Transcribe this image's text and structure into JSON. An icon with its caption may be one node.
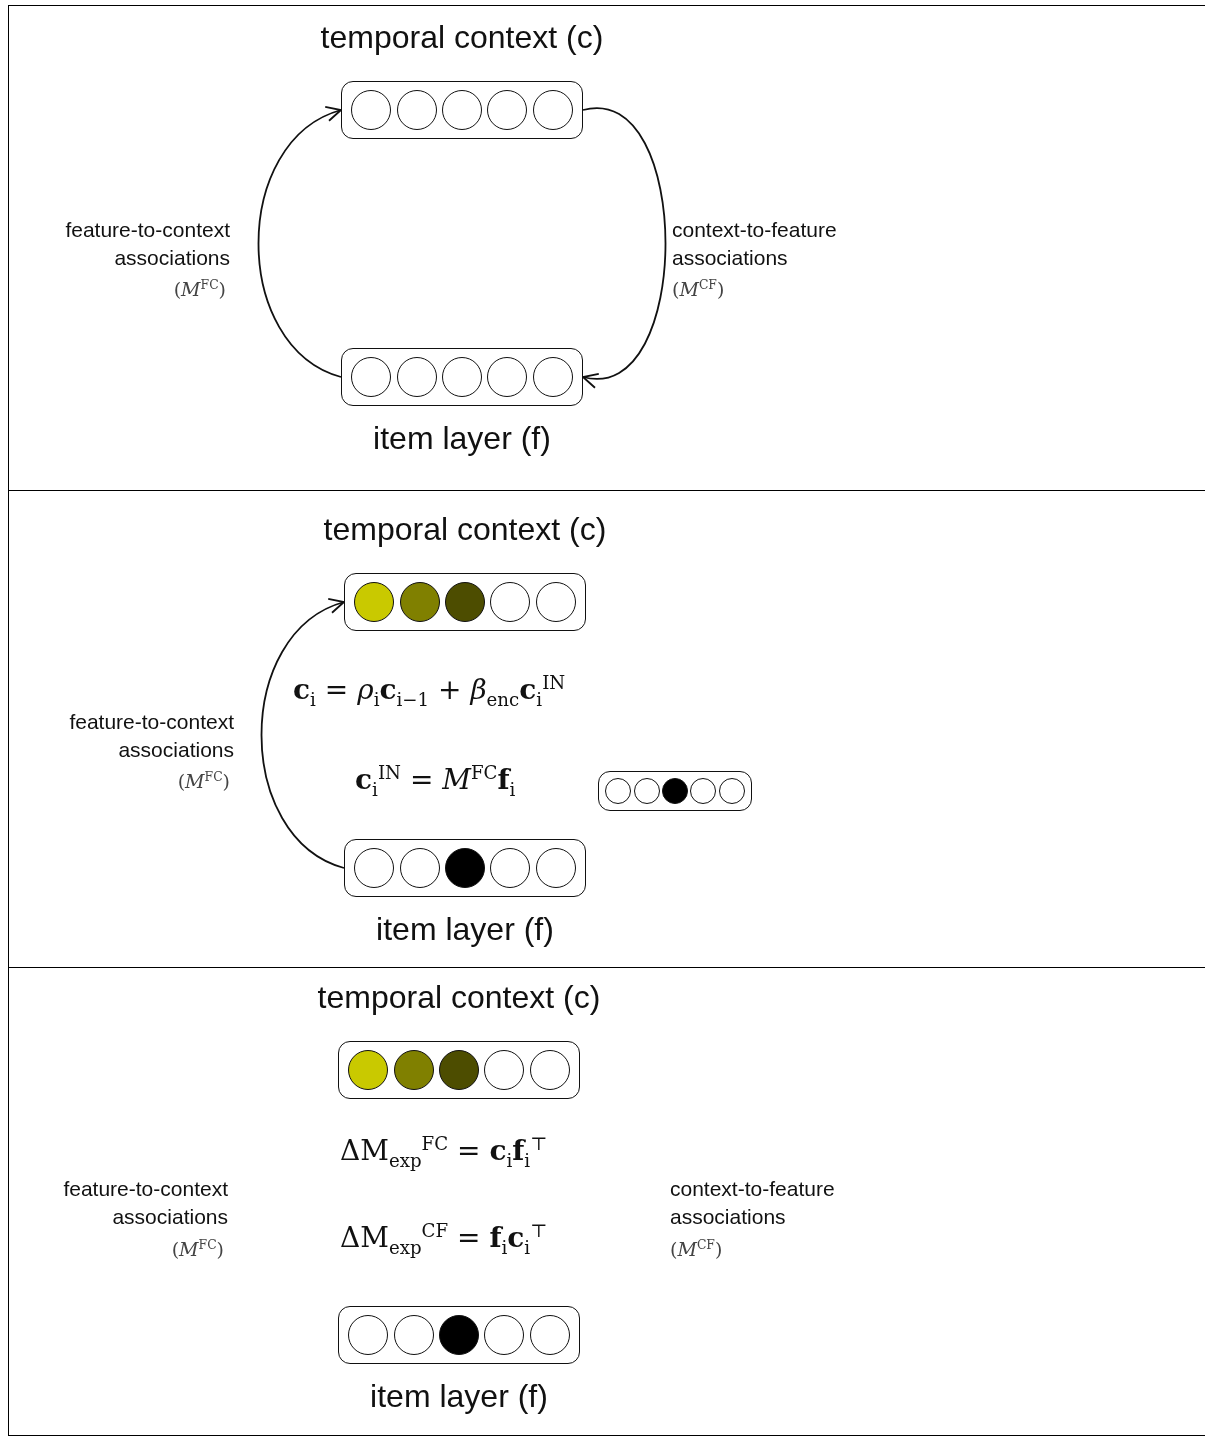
{
  "diagram": {
    "nodes": [
      {
        "text": [],
        "shape": "box"
      },
      {
        "text": [
          "temporal context (c)"
        ],
        "in": 0
      },
      {
        "text": [],
        "shape": "circle",
        "in": 1
      },
      {
        "text": [],
        "shape": "circle",
        "in": 1
      },
      {
        "text": [],
        "shape": "circle",
        "in": 1
      },
      {
        "text": [],
        "shape": "circle",
        "in": 1
      },
      {
        "text": [],
        "shape": "circle",
        "in": 1
      },
      {
        "text": [
          "item layer (f)"
        ],
        "in": 0
      },
      {
        "text": [],
        "shape": "circle",
        "in": 7
      },
      {
        "text": [],
        "shape": "circle",
        "in": 7
      },
      {
        "text": [],
        "shape": "circle",
        "in": 7
      },
      {
        "text": [],
        "shape": "circle",
        "in": 7
      },
      {
        "text": [],
        "shape": "circle",
        "in": 7
      },
      {
        "text": [],
        "shape": "box"
      },
      {
        "text": [
          "temporal context (c)"
        ],
        "in": 13
      },
      {
        "text": [],
        "shape": "circle",
        "in": 14
      },
      {
        "text": [],
        "shape": "circle",
        "in": 14
      },
      {
        "text": [],
        "shape": "circle",
        "in": 14
      },
      {
        "text": [],
        "shape": "circle",
        "in": 14
      },
      {
        "text": [],
        "shape": "circle",
        "in": 14
      },
      {
        "text": [],
        "shape": "box",
        "in": 13
      },
      {
        "text": [],
        "shape": "circle",
        "in": 20
      },
      {
        "text": [],
        "shape": "circle",
        "in": 20
      },
      {
        "text": [],
        "shape": "circle",
        "in": 20
      },
      {
        "text": [],
        "shape": "circle",
        "in": 20
      },
      {
        "text": [],
        "shape": "circle",
        "in": 20
      },
      {
        "text": [
          "item layer (f)"
        ],
        "in": 13
      },
      {
        "text": [],
        "shape": "circle",
        "in": 26
      },
      {
        "text": [],
        "shape": "circle",
        "in": 26
      },
      {
        "text": [],
        "shape": "circle",
        "in": 26
      },
      {
        "text": [],
        "shape": "circle",
        "in": 26
      },
      {
        "text": [],
        "shape": "circle",
        "in": 26
      },
      {
        "text": [],
        "shape": "box"
      },
      {
        "text": [
          "temporal context (c)"
        ],
        "in": 32
      },
      {
        "text": [],
        "shape": "circle",
        "in": 33
      },
      {
        "text": [],
        "shape": "circle",
        "in": 33
      },
      {
        "text": [],
        "shape": "circle",
        "in": 33
      },
      {
        "text": [],
        "shape": "circle",
        "in": 33
      },
      {
        "text": [],
        "shape": "circle",
        "in": 33
      },
      {
        "text": [
          "item layer (f)"
        ],
        "in": 32
      },
      {
        "text": [],
        "shape": "circle",
        "in": 39
      },
      {
        "text": [],
        "shape": "circle",
        "in": 39
      },
      {
        "text": [],
        "shape": "circle",
        "in": 39
      },
      {
        "text": [],
        "shape": "circle",
        "in": 39
      },
      {
        "text": [],
        "shape": "circle",
        "in": 39
      }
    ],
    "edges": [
      {
        "from": 7,
        "to": 1,
        "arrow": "to",
        "label": "feature-to-context associations"
      },
      {
        "from": 1,
        "to": 7,
        "arrow": "to",
        "label": "context-to-feature associations"
      },
      {
        "from": 26,
        "to": 14,
        "arrow": "to",
        "label": "feature-to-context associations"
      }
    ],
    "labels": [
      "(*M*$^{FC}$)",
      "(*M*$^{CF}$)",
      "**c**$_{i}$ = *ρ*$_{i}$**c**$_{i−1}$ + *β*$_{enc}$**c**$_{i}$$^{IN}$",
      "**c**$_{i}$$^{IN}$ = *M*$^{FC}$**f**$_{i}$",
      "(*M*$^{FC}$)",
      "ΔM$_{exp}$$^{FC}$ = **c**$_{i}$**f**$_{i}$$^{⊤}$",
      "feature-to-context associations",
      "context-to-feature associations",
      "ΔM$_{exp}$$^{CF}$ = **f**$_{i}$**c**$_{i}$$^{⊤}$",
      "(*M*$^{FC}$)",
      "(*M*$^{CF}$)"
    ]
  }
}
